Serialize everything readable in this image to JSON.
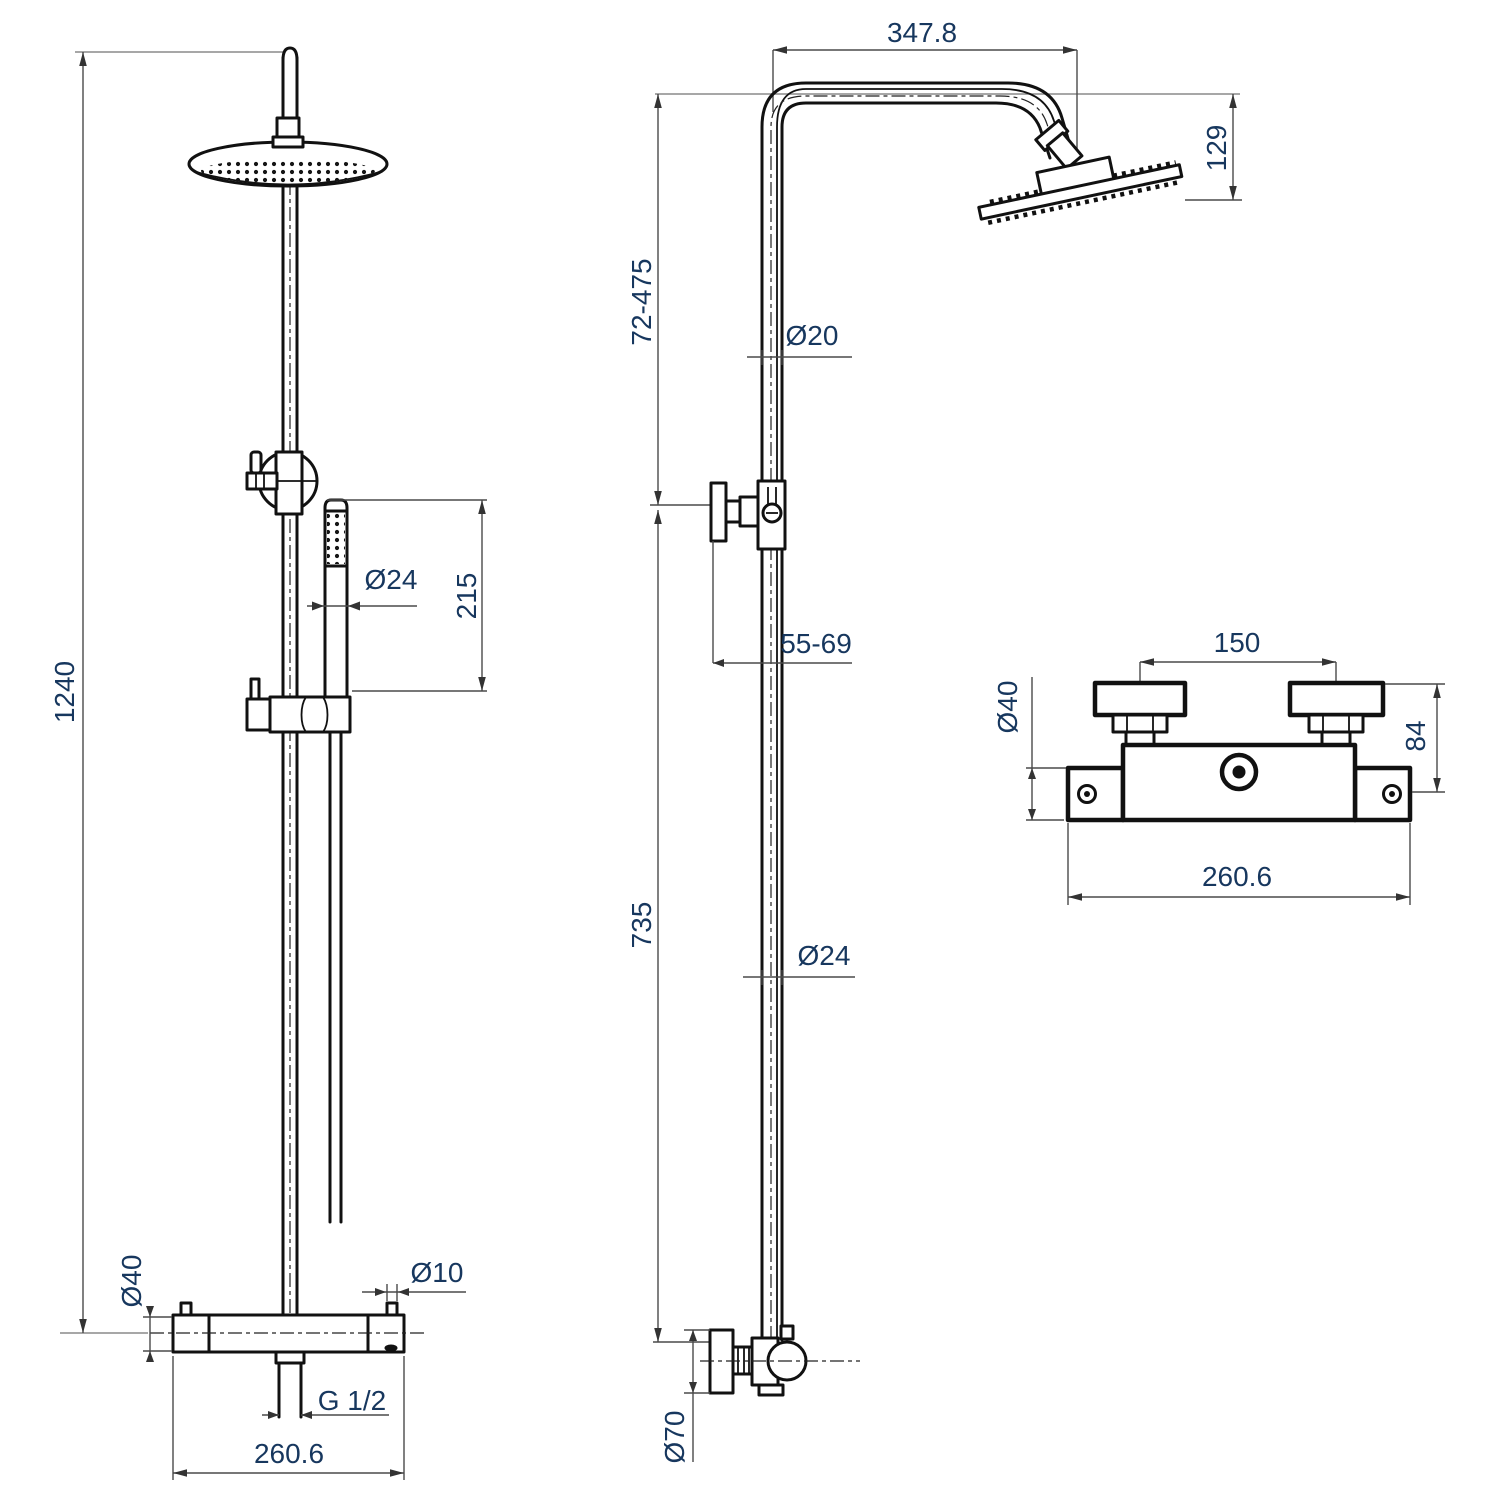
{
  "drawing": {
    "title": "thermostatic-shower-column-dimension-drawing",
    "front": {
      "overall_height": "1240",
      "hand_shower_diameter": "Ø24",
      "hand_shower_length": "215",
      "valve_body_diameter": "Ø40",
      "inlet_peg_diameter": "Ø10",
      "outlet_thread": "G 1/2",
      "valve_width": "260.6"
    },
    "side": {
      "arm_projection": "347.8",
      "head_drop": "129",
      "upper_riser_adjust": "72-475",
      "upper_riser_diameter": "Ø20",
      "wall_bracket_offset": "55-69",
      "lower_riser_length": "735",
      "lower_riser_diameter": "Ø24",
      "wall_flange_diameter": "Ø70"
    },
    "top": {
      "handle_spacing": "150",
      "valve_body_diameter": "Ø40",
      "mounting_depth": "84",
      "valve_width": "260.6"
    },
    "colors": {
      "line": "#111111",
      "dimension_text": "#17375e",
      "dim_line": "#4a4a4a"
    }
  }
}
